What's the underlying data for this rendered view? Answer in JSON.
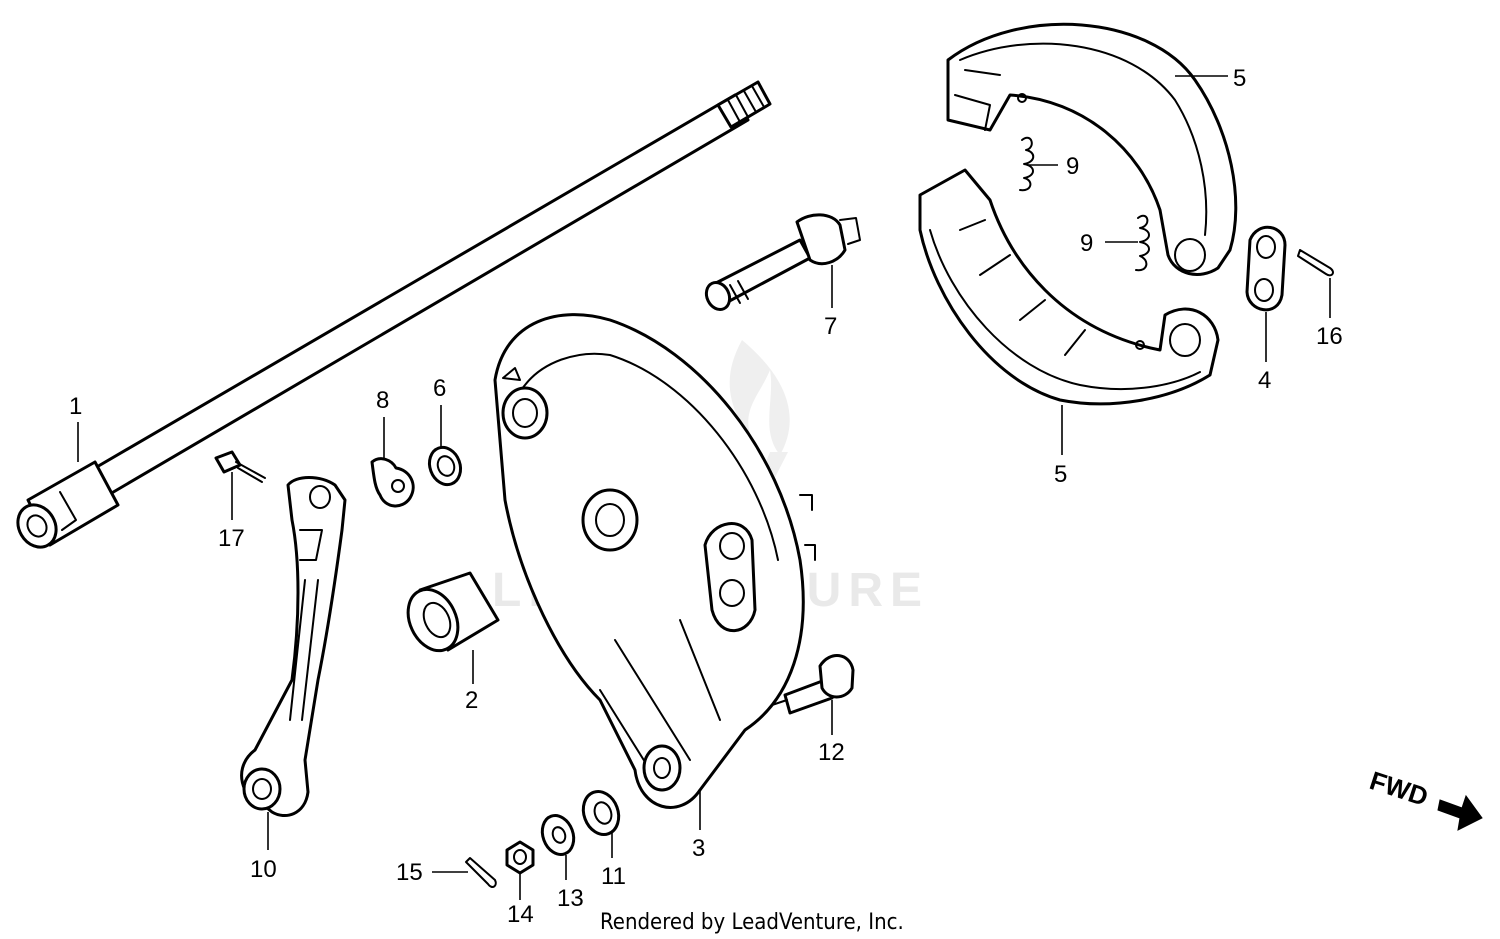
{
  "diagram": {
    "watermark": "LEADVENTURE",
    "credit": "Rendered by LeadVenture, Inc.",
    "direction_indicator": "FWD",
    "colors": {
      "line": "#000000",
      "background": "#ffffff",
      "watermark": "#e9e9e9"
    },
    "callouts": [
      {
        "id": "c1",
        "label": "1"
      },
      {
        "id": "c2",
        "label": "2"
      },
      {
        "id": "c3",
        "label": "3"
      },
      {
        "id": "c4",
        "label": "4"
      },
      {
        "id": "c5a",
        "label": "5"
      },
      {
        "id": "c5b",
        "label": "5"
      },
      {
        "id": "c6",
        "label": "6"
      },
      {
        "id": "c7",
        "label": "7"
      },
      {
        "id": "c8",
        "label": "8"
      },
      {
        "id": "c9a",
        "label": "9"
      },
      {
        "id": "c9b",
        "label": "9"
      },
      {
        "id": "c10",
        "label": "10"
      },
      {
        "id": "c11",
        "label": "11"
      },
      {
        "id": "c12",
        "label": "12"
      },
      {
        "id": "c13",
        "label": "13"
      },
      {
        "id": "c14",
        "label": "14"
      },
      {
        "id": "c15",
        "label": "15"
      },
      {
        "id": "c16",
        "label": "16"
      },
      {
        "id": "c17",
        "label": "17"
      }
    ]
  }
}
